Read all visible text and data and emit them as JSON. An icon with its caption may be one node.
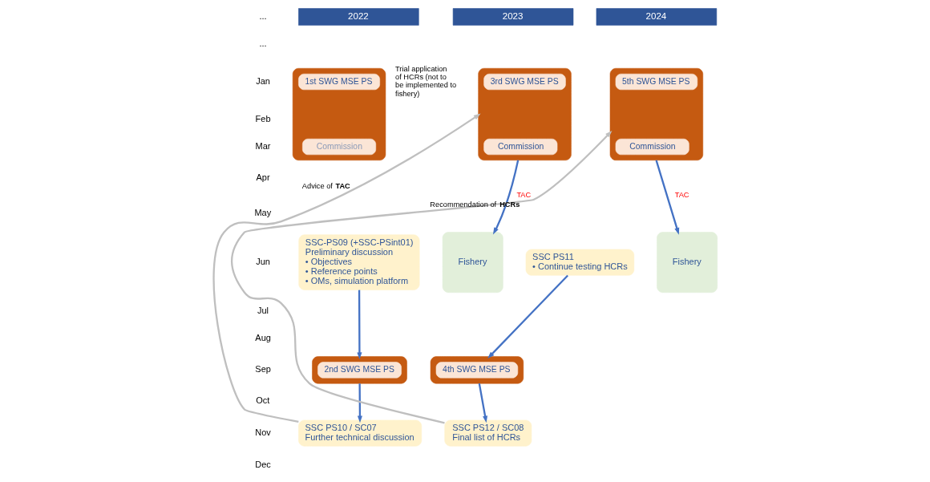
{
  "diagram": {
    "nodes": [
      {
        "text": [
          "2022"
        ]
      },
      {
        "text": [
          "2023"
        ]
      },
      {
        "text": [
          "2024"
        ]
      },
      {
        "text": [],
        "shape": "box"
      },
      {
        "text": [
          "1st SWG MSE PS"
        ],
        "in": 3
      },
      {
        "text": [
          "Commission"
        ],
        "in": 3
      },
      {
        "text": [
          "SSC-PS09 (+SSC-PSint01)",
          "Preliminary discussion",
          "• Objectives",
          "• Reference points",
          "• OMs, simulation platform"
        ]
      },
      {
        "text": [],
        "shape": "box"
      },
      {
        "text": [
          "2nd SWG MSE PS"
        ],
        "in": 7
      },
      {
        "text": [
          "SSC PS10 / SC07",
          "Further technical discussion"
        ]
      },
      {
        "text": [],
        "shape": "box",
        "beside": [
          "Trial application of HCRs (not to be implemented to fishery)"
        ]
      },
      {
        "text": [
          "3rd SWG MSE PS"
        ],
        "in": 10
      },
      {
        "text": [
          "Commission"
        ],
        "in": 10
      },
      {
        "text": [
          "Fishery"
        ]
      },
      {
        "text": [
          "SSC PS11",
          "• Continue testing HCRs"
        ]
      },
      {
        "text": [],
        "shape": "box"
      },
      {
        "text": [
          "4th SWG MSE PS"
        ],
        "in": 15
      },
      {
        "text": [
          "SSC PS12 / SC08",
          "Final list of HCRs"
        ]
      },
      {
        "text": [],
        "shape": "box"
      },
      {
        "text": [
          "5th SWG MSE PS"
        ],
        "in": 18
      },
      {
        "text": [
          "Commission"
        ],
        "in": 18
      },
      {
        "text": [
          "Fishery"
        ]
      }
    ],
    "edges": [
      {
        "from": 6,
        "to": 7,
        "arrow": "to"
      },
      {
        "from": 7,
        "to": 9,
        "arrow": "to"
      },
      {
        "from": 9,
        "to": 10,
        "arrow": "to",
        "label": "Advice of **TAC**",
        "color": "#bfbfbf"
      },
      {
        "from": 10,
        "to": 13,
        "arrow": "to",
        "label": "TAC"
      },
      {
        "from": 14,
        "to": 15,
        "arrow": "to"
      },
      {
        "from": 15,
        "to": 17,
        "arrow": "to"
      },
      {
        "from": 17,
        "to": 18,
        "arrow": "to",
        "label": "Recommendation of **HCRs**",
        "color": "#bfbfbf"
      },
      {
        "from": 18,
        "to": 21,
        "arrow": "to",
        "label": "TAC"
      }
    ],
    "labels": [
      "...",
      "...",
      "Jan",
      "Feb",
      "Mar",
      "Apr",
      "May",
      "Jun",
      "Jul",
      "Aug",
      "Sep",
      "Oct",
      "Nov",
      "Dec"
    ]
  }
}
